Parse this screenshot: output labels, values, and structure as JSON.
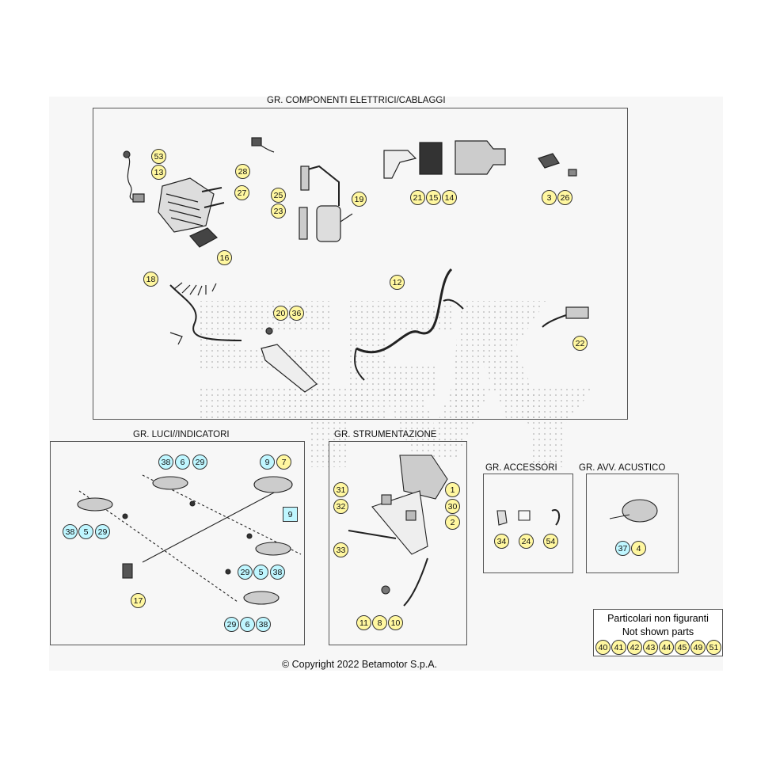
{
  "sections": {
    "electrical": "GR. COMPONENTI ELETTRICI/CABLAGGI",
    "lights": "GR. LUCI//INDICATORI",
    "instruments": "GR. STRUMENTAZIONE",
    "accessories": "GR. ACCESSORI",
    "horn": "GR. AVV. ACUSTICO"
  },
  "callouts": {
    "c53": "53",
    "c13": "13",
    "c28": "28",
    "c27": "27",
    "c25": "25",
    "c23": "23",
    "c19": "19",
    "c16": "16",
    "c21": "21",
    "c15": "15",
    "c14": "14",
    "c3": "3",
    "c26": "26",
    "c18": "18",
    "c20": "20",
    "c36": "36",
    "c12": "12",
    "c22": "22",
    "l38a": "38",
    "l6a": "6",
    "l29a": "29",
    "l9a": "9",
    "l7": "7",
    "l9b": "9",
    "l38b": "38",
    "l5b": "5",
    "l29b": "29",
    "l29c": "29",
    "l5c": "5",
    "l38c": "38",
    "l17": "17",
    "l29d": "29",
    "l6d": "6",
    "l38d": "38",
    "i31": "31",
    "i1": "1",
    "i32": "32",
    "i30": "30",
    "i2": "2",
    "i33": "33",
    "i11": "11",
    "i8": "8",
    "i10": "10",
    "a34": "34",
    "a24": "24",
    "a54": "54",
    "h37": "37",
    "h4": "4"
  },
  "not_shown": {
    "line1": "Particolari non figuranti",
    "line2": "Not shown parts",
    "n40": "40",
    "n41": "41",
    "n42": "42",
    "n43": "43",
    "n44": "44",
    "n45": "45",
    "n49": "49",
    "n51": "51"
  },
  "copyright": "© Copyright 2022 Betamotor S.p.A.",
  "colors": {
    "yellow_highlight": "#fff7a0",
    "cyan_highlight": "#bff6ff",
    "line": "#333333"
  }
}
